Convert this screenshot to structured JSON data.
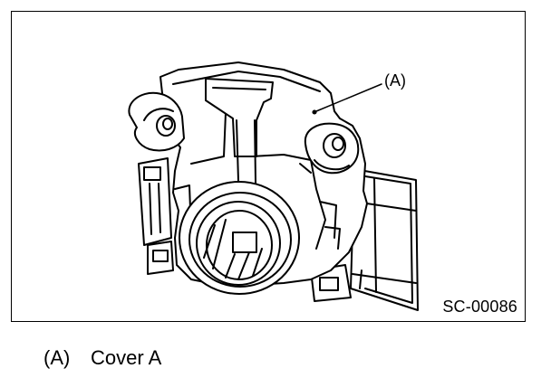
{
  "figure": {
    "code": "SC-00086",
    "callout_label": "(A)"
  },
  "legend": [
    {
      "key": "(A)",
      "label": "Cover A"
    }
  ]
}
